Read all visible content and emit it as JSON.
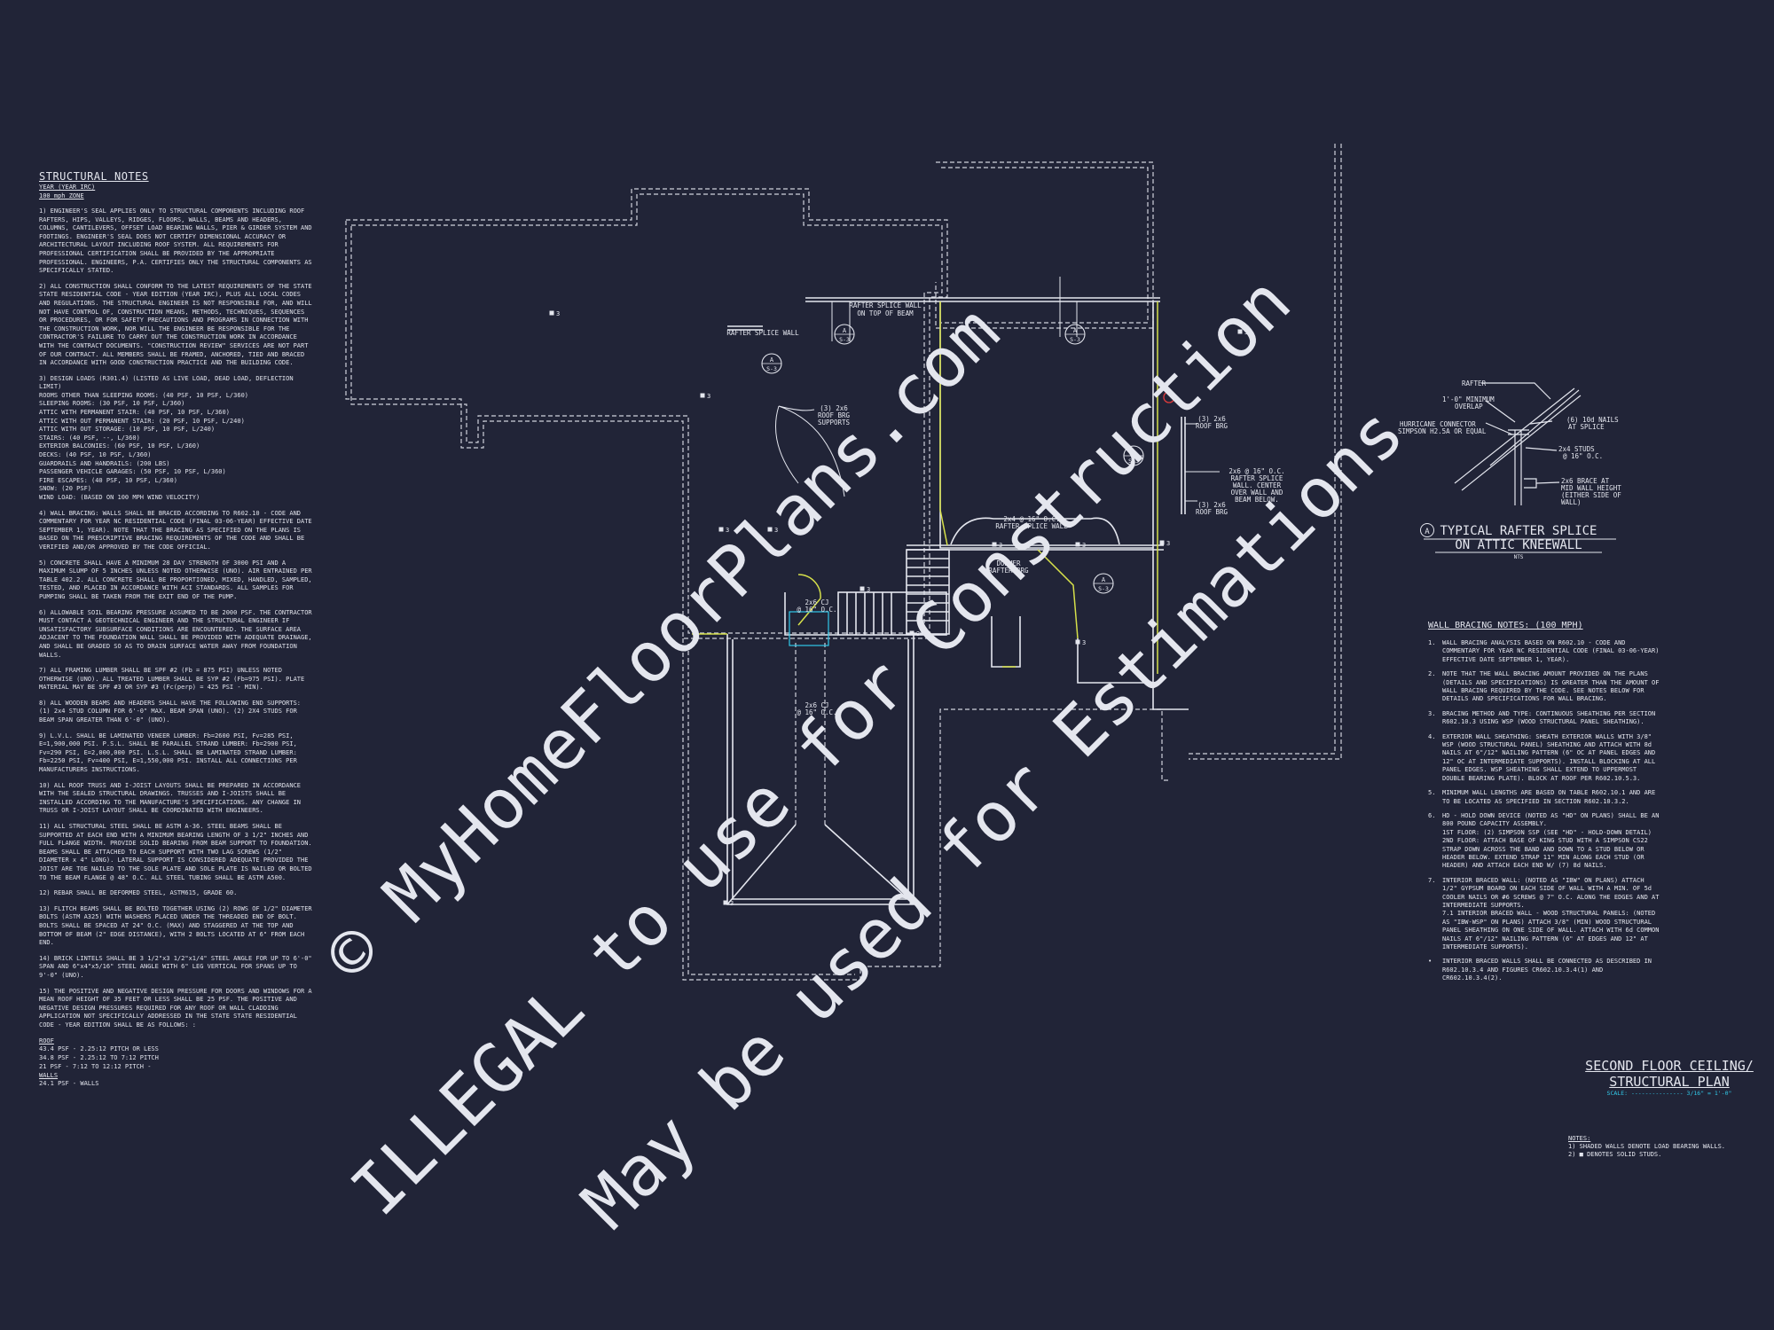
{
  "structural_notes": {
    "title": "STRUCTURAL NOTES",
    "sub1": "YEAR (YEAR IRC)",
    "sub2": "100 mph ZONE",
    "paragraphs": [
      "1) ENGINEER'S SEAL APPLIES ONLY TO STRUCTURAL COMPONENTS INCLUDING ROOF RAFTERS, HIPS, VALLEYS, RIDGES, FLOORS, WALLS, BEAMS AND HEADERS, COLUMNS, CANTILEVERS, OFFSET LOAD BEARING WALLS, PIER & GIRDER SYSTEM AND FOOTINGS. ENGINEER'S SEAL DOES NOT CERTIFY DIMENSIONAL ACCURACY OR ARCHITECTURAL LAYOUT INCLUDING ROOF SYSTEM. ALL REQUIREMENTS FOR PROFESSIONAL CERTIFICATION SHALL BE PROVIDED BY THE APPROPRIATE PROFESSIONAL. ENGINEERS, P.A. CERTIFIES ONLY THE STRUCTURAL COMPONENTS AS SPECIFICALLY STATED.",
      "2) ALL CONSTRUCTION SHALL CONFORM TO THE LATEST REQUIREMENTS OF THE STATE STATE RESIDENTIAL CODE - YEAR EDITION (YEAR IRC), PLUS ALL LOCAL CODES AND REGULATIONS. THE STRUCTURAL ENGINEER IS NOT RESPONSIBLE FOR, AND WILL NOT HAVE CONTROL OF, CONSTRUCTION MEANS, METHODS, TECHNIQUES, SEQUENCES OR PROCEDURES, OR FOR SAFETY PRECAUTIONS AND PROGRAMS IN CONNECTION WITH THE CONSTRUCTION WORK, NOR WILL THE ENGINEER BE RESPONSIBLE FOR THE CONTRACTOR'S FAILURE TO CARRY OUT THE CONSTRUCTION WORK IN ACCORDANCE WITH THE CONTRACT DOCUMENTS. \"CONSTRUCTION REVIEW\" SERVICES ARE NOT PART OF OUR CONTRACT. ALL MEMBERS SHALL BE FRAMED, ANCHORED, TIED AND BRACED IN ACCORDANCE WITH GOOD CONSTRUCTION PRACTICE AND THE BUILDING CODE.",
      "3) DESIGN LOADS (R301.4) (LISTED AS LIVE LOAD, DEAD LOAD, DEFLECTION LIMIT)\nROOMS OTHER THAN SLEEPING ROOMS: (40 PSF, 10 PSF, L/360)\nSLEEPING ROOMS: (30 PSF, 10 PSF, L/360)\nATTIC WITH PERMANENT STAIR: (40 PSF, 10 PSF, L/360)\nATTIC WITH OUT PERMANENT STAIR: (20 PSF, 10 PSF, L/240)\nATTIC WITH OUT STORAGE: (10 PSF, 10 PSF, L/240)\nSTAIRS: (40 PSF, --, L/360)\nEXTERIOR BALCONIES: (60 PSF, 10 PSF, L/360)\nDECKS: (40 PSF, 10 PSF, L/360)\nGUARDRAILS AND HANDRAILS: (200 LBS)\nPASSENGER VEHICLE GARAGES: (50 PSF, 10 PSF, L/360)\nFIRE ESCAPES: (40 PSF, 10 PSF, L/360)\nSNOW: (20 PSF)\nWIND LOAD: (BASED ON 100 MPH WIND VELOCITY)",
      "4) WALL BRACING: WALLS SHALL BE BRACED ACCORDING TO R602.10 - CODE AND COMMENTARY FOR YEAR NC RESIDENTIAL CODE (FINAL 03-06-YEAR) EFFECTIVE DATE SEPTEMBER 1, YEAR). NOTE THAT THE BRACING AS SPECIFIED ON THE PLANS IS BASED ON THE PRESCRIPTIVE BRACING REQUIREMENTS OF THE CODE AND SHALL BE VERIFIED AND/OR APPROVED BY THE CODE OFFICIAL.",
      "5) CONCRETE SHALL HAVE A MINIMUM 28 DAY STRENGTH OF 3000 PSI AND A MAXIMUM SLUMP OF 5 INCHES UNLESS NOTED OTHERWISE (UNO). AIR ENTRAINED PER TABLE 402.2. ALL CONCRETE SHALL BE PROPORTIONED, MIXED, HANDLED, SAMPLED, TESTED, AND PLACED IN ACCORDANCE WITH ACI STANDARDS. ALL SAMPLES FOR PUMPING SHALL BE TAKEN FROM THE EXIT END OF THE PUMP.",
      "6) ALLOWABLE SOIL BEARING PRESSURE ASSUMED TO BE 2000 PSF. THE CONTRACTOR MUST CONTACT A GEOTECHNICAL ENGINEER AND THE STRUCTURAL ENGINEER IF UNSATISFACTORY SUBSURFACE CONDITIONS ARE ENCOUNTERED. THE SURFACE AREA ADJACENT TO THE FOUNDATION WALL SHALL BE PROVIDED WITH ADEQUATE DRAINAGE, AND SHALL BE GRADED SO AS TO DRAIN SURFACE WATER AWAY FROM FOUNDATION WALLS.",
      "7) ALL FRAMING LUMBER SHALL BE SPF #2 (Fb = 875 PSI) UNLESS NOTED OTHERWISE (UNO). ALL TREATED LUMBER SHALL BE SYP #2 (Fb=975 PSI). PLATE MATERIAL MAY BE SPF #3 OR SYP #3 (Fc(perp) = 425 PSI - MIN).",
      "8) ALL WOODEN BEAMS AND HEADERS SHALL HAVE THE FOLLOWING END SUPPORTS: (1) 2x4 STUD COLUMN FOR 6'-0\" MAX. BEAM SPAN (UNO). (2) 2X4 STUDS FOR BEAM SPAN GREATER THAN 6'-0\" (UNO).",
      "9) L.V.L. SHALL BE LAMINATED VENEER LUMBER: Fb=2600 PSI, Fv=285 PSI, E=1,900,000 PSI. P.S.L. SHALL BE PARALLEL STRAND LUMBER: Fb=2900 PSI, Fv=290 PSI, E=2,000,000 PSI. L.S.L. SHALL BE LAMINATED STRAND LUMBER: Fb=2250 PSI, Fv=400 PSI, E=1,550,000 PSI. INSTALL ALL CONNECTIONS PER MANUFACTURERS INSTRUCTIONS.",
      "10) ALL ROOF TRUSS AND I-JOIST LAYOUTS SHALL BE PREPARED IN ACCORDANCE WITH THE SEALED STRUCTURAL DRAWINGS. TRUSSES AND I-JOISTS SHALL BE INSTALLED ACCORDING TO THE MANUFACTURE'S SPECIFICATIONS. ANY CHANGE IN TRUSS OR I-JOIST LAYOUT SHALL BE COORDINATED WITH ENGINEERS.",
      "11) ALL STRUCTURAL STEEL SHALL BE ASTM A-36. STEEL BEAMS SHALL BE SUPPORTED AT EACH END WITH A MINIMUM BEARING LENGTH OF 3 1/2\" INCHES AND FULL FLANGE WIDTH. PROVIDE SOLID BEARING FROM BEAM SUPPORT TO FOUNDATION. BEAMS SHALL BE ATTACHED TO EACH SUPPORT WITH TWO LAG SCREWS (1/2\" DIAMETER x 4\" LONG). LATERAL SUPPORT IS CONSIDERED ADEQUATE PROVIDED THE JOIST ARE TOE NAILED TO THE SOLE PLATE AND SOLE PLATE IS NAILED OR BOLTED TO THE BEAM FLANGE @ 48\" O.C. ALL STEEL TUBING SHALL BE ASTM A500.",
      "12) REBAR SHALL BE DEFORMED STEEL, ASTM615, GRADE 60.",
      "13) FLITCH BEAMS SHALL BE BOLTED TOGETHER USING (2) ROWS OF 1/2\" DIAMETER BOLTS (ASTM A325) WITH WASHERS PLACED UNDER THE THREADED END OF BOLT. BOLTS SHALL BE SPACED AT 24\" O.C. (MAX) AND STAGGERED AT THE TOP AND BOTTOM OF BEAM (2\" EDGE DISTANCE), WITH 2 BOLTS LOCATED AT 6\" FROM EACH END.",
      "14) BRICK LINTELS SHALL BE 3 1/2\"x3 1/2\"x1/4\" STEEL ANGLE FOR UP TO 6'-0\" SPAN AND 6\"x4\"x5/16\" STEEL ANGLE WITH 6\" LEG VERTICAL FOR SPANS UP TO 9'-0\" (UNO).",
      "15) THE POSITIVE AND NEGATIVE DESIGN PRESSURE FOR DOORS AND WINDOWS FOR A MEAN ROOF HEIGHT OF 35 FEET OR LESS SHALL BE 25 PSF. THE POSITIVE AND NEGATIVE DESIGN PRESSURES REQUIRED FOR ANY ROOF OR WALL CLADDING APPLICATION NOT SPECIFICALLY ADDRESSED IN THE STATE STATE RESIDENTIAL CODE - YEAR EDITION SHALL BE AS FOLLOWS: :"
    ],
    "roof_label": "ROOF",
    "roof_lines": "43.4 PSF - 2.25:12 PITCH OR LESS\n34.8 PSF - 2.25:12 TO 7:12 PITCH\n21 PSF - 7:12 TO 12:12 PITCH -",
    "walls_label": "WALLS",
    "walls_line": "24.1 PSF - WALLS"
  },
  "plan": {
    "labels": {
      "rafter_splice_top": "RAFTER SPLICE WALL\nON TOP OF BEAM",
      "rafter_splice_left": "RAFTER SPLICE WALL",
      "roof_brg_supports": "(3) 2x6\nROOF BRG\nSUPPORTS",
      "roof_brg_right_top": "(3) 2x6\nROOF BRG",
      "rafter_splice_right": "2x6 @ 16\" O.C.\nRAFTER SPLICE\nWALL. CENTER\nOVER WALL AND\nBEAM BELOW.",
      "roof_brg_right_bot": "(3) 2x6\nROOF BRG",
      "rafter_splice_mid": "2x4 @ 16\" O.C.\nRAFTER SPLICE WALL",
      "dormer": "DORMER\nRAFTER BRG",
      "cj_upper": "2x6 CJ\n@ 16\" O.C.",
      "cj_lower": "2x6 CJ\n@ 16\" O.C."
    },
    "section_tag_letter": "A",
    "section_tag_sheet": "S-3",
    "point_mark": "3"
  },
  "detail": {
    "rafter": "RAFTER",
    "overlap": "1'-0\" MINIMUM\nOVERLAP",
    "connector": "HURRICANE CONNECTOR\nSIMPSON H2.5A OR EQUAL",
    "nails": "(6) 10d NAILS\nAT SPLICE",
    "studs": "2x4 STUDS\n@ 16\" O.C.",
    "brace": "2x6 BRACE AT\nMID WALL HEIGHT\n(EITHER SIDE OF\nWALL)",
    "tag": "A",
    "title_line1": "TYPICAL RAFTER SPLICE",
    "title_line2": "ON ATTIC KNEEWALL",
    "scale": "NTS"
  },
  "wall_bracing": {
    "title": "WALL BRACING NOTES: (100 MPH)",
    "items": [
      {
        "num": "1.",
        "text": "WALL BRACING ANALYSIS BASED ON R602.10 - CODE AND COMMENTARY FOR YEAR NC RESIDENTIAL CODE (FINAL 03-06-YEAR) EFFECTIVE DATE SEPTEMBER 1, YEAR)."
      },
      {
        "num": "2.",
        "text": "NOTE THAT THE WALL BRACING AMOUNT PROVIDED ON THE PLANS (DETAILS AND SPECIFICATIONS) IS GREATER THAN THE AMOUNT OF WALL BRACING REQUIRED BY THE CODE. SEE NOTES BELOW FOR DETAILS AND SPECIFICATIONS FOR WALL BRACING."
      },
      {
        "num": "3.",
        "text": "BRACING METHOD AND TYPE: CONTINUOUS SHEATHING PER SECTION R602.10.3 USING WSP (WOOD STRUCTURAL PANEL SHEATHING)."
      },
      {
        "num": "4.",
        "text": "EXTERIOR WALL SHEATHING: SHEATH EXTERIOR WALLS WITH 3/8\" WSP (WOOD STRUCTURAL PANEL) SHEATHING AND ATTACH WITH 8d NAILS AT 6\"/12\" NAILING PATTERN (6\" OC AT PANEL EDGES AND 12\" OC AT INTERMEDIATE SUPPORTS). INSTALL BLOCKING AT ALL PANEL EDGES. WSP SHEATHING SHALL EXTEND TO UPPERMOST DOUBLE BEARING PLATE). BLOCK AT ROOF PER R602.10.5.3."
      },
      {
        "num": "5.",
        "text": "MINIMUM WALL LENGTHS ARE BASED ON TABLE R602.10.1 AND ARE TO BE LOCATED AS SPECIFIED IN SECTION R602.10.3.2."
      },
      {
        "num": "6.",
        "text": "HD - HOLD DOWN DEVICE (NOTED AS \"HD\" ON PLANS) SHALL BE AN 800 POUND CAPACITY ASSEMBLY.\n1ST FLOOR: (2) SIMPSON SSP (SEE \"HD\" - HOLD-DOWN DETAIL)\n2ND FLOOR: ATTACH BASE OF KING STUD WITH A SIMPSON CS22 STRAP DOWN ACROSS THE BAND AND DOWN TO A STUD BELOW OR HEADER BELOW. EXTEND STRAP 11\" MIN ALONG EACH STUD (OR HEADER) AND ATTACH EACH END W/ (7) 8d NAILS."
      },
      {
        "num": "7.",
        "text": "INTERIOR BRACED WALL: (NOTED AS \"IBW\" ON PLANS) ATTACH 1/2\" GYPSUM BOARD ON EACH SIDE OF WALL WITH A MIN. OF 5d COOLER NAILS OR #6 SCREWS @ 7\" O.C. ALONG THE EDGES AND AT INTERMEDIATE SUPPORTS.\n7.1 INTERIOR BRACED WALL - WOOD STRUCTURAL PANELS: (NOTED AS \"IBW-WSP\" ON PLANS) ATTACH 3/8\" (MIN) WOOD STRUCTURAL PANEL SHEATHING ON ONE SIDE OF WALL. ATTACH WITH 6d COMMON NAILS AT 6\"/12\" NAILING PATTERN (6\" AT EDGES AND 12\" AT INTERMEDIATE SUPPORTS)."
      },
      {
        "num": "•",
        "text": "INTERIOR BRACED WALLS SHALL BE CONNECTED AS DESCRIBED IN R602.10.3.4 AND FIGURES CR602.10.3.4(1) AND CR602.10.3.4(2)."
      }
    ]
  },
  "sheet": {
    "title_line1": "SECOND FLOOR CEILING/",
    "title_line2": "STRUCTURAL PLAN",
    "scale": "SCALE: --------------- 3/16\" = 1'-0\"",
    "notes_label": "NOTES:",
    "notes": "1) SHADED WALLS DENOTE LOAD BEARING WALLS.\n2) ■ DENOTES SOLID STUDS."
  },
  "watermark": {
    "line1": "© MyHomeFloorPlans.com",
    "line2": "ILLEGAL to use for Construction",
    "line3": "May be used for Estimations"
  },
  "colors": {
    "background": "#212437",
    "line": "#e4e6ee",
    "highlight": "#d6e04a",
    "accent": "#31c9e8",
    "alert": "#e03b3b"
  }
}
